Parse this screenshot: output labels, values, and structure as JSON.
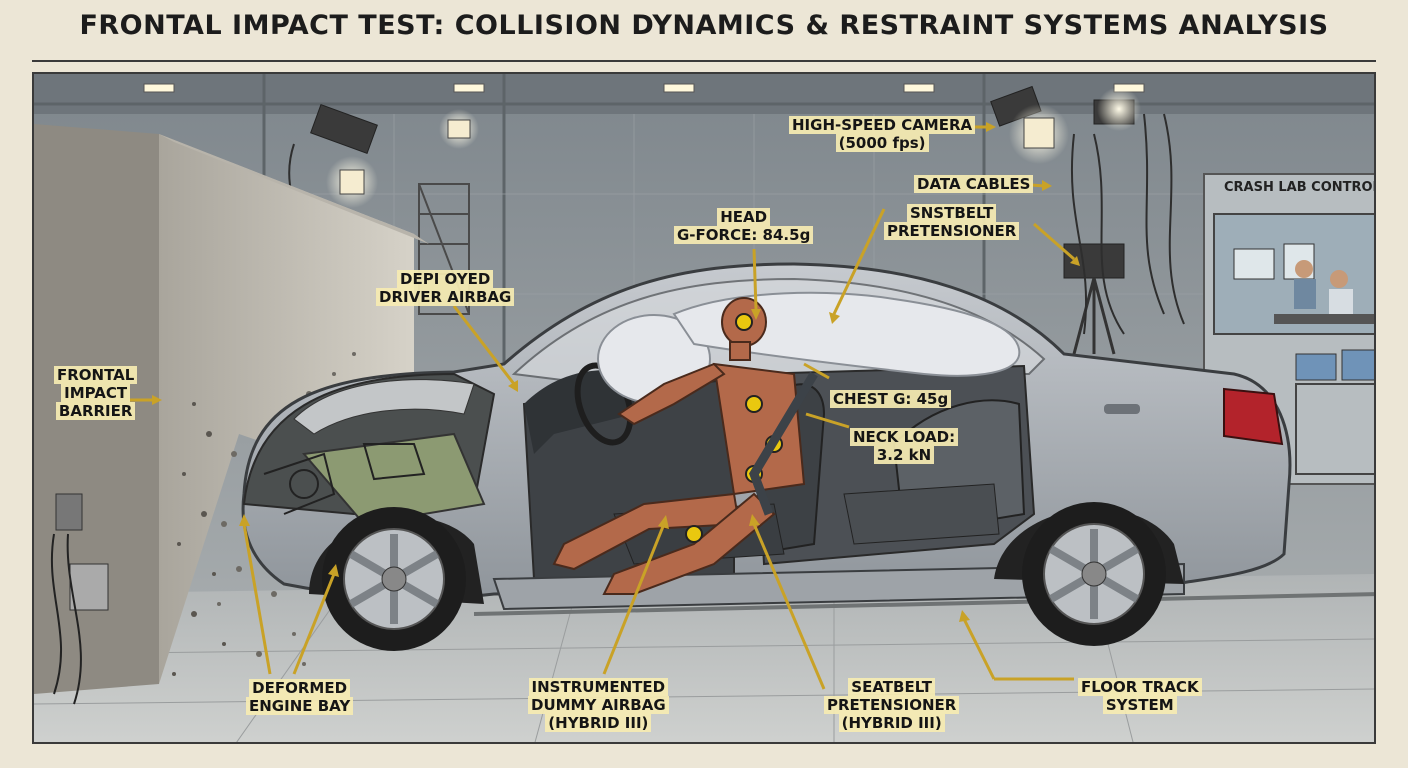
{
  "title": "FRONTAL IMPACT TEST: COLLISION DYNAMICS & RESTRAINT SYSTEMS ANALYSIS",
  "labels": {
    "camera_line1": "HIGH-SPEED CAMERA",
    "camera_line2": "(5000 fps)",
    "data_cables": "DATA CABLES",
    "control_room": "CRASH LAB CONTROL",
    "head_line1": "HEAD",
    "head_line2": "G-FORCE: 84.5g",
    "seatbelt_top_line1": "SNSTBELT",
    "seatbelt_top_line2": "PRETENSIONER",
    "airbag_line1": "DEPI OYED",
    "airbag_line2": "DRIVER AIRBAG",
    "barrier_line1": "FRONTAL",
    "barrier_line2": "IMPACT",
    "barrier_line3": "BARRIER",
    "chest": "CHEST G: 45g",
    "neck_line1": "NECK LOAD:",
    "neck_line2": "3.2 kN",
    "engine_line1": "DEFORMED",
    "engine_line2": "ENGINE BAY",
    "dummy_line1": "INSTRUMENTED",
    "dummy_line2": "DUMMY AIRBAG",
    "dummy_line3": "(HYBRID III)",
    "seatbelt_bottom_line1": "SEATBELT",
    "seatbelt_bottom_line2": "PRETENSIONER",
    "seatbelt_bottom_line3": "(HYBRID III)",
    "floor_line1": "FLOOR TRACK",
    "floor_line2": "SYSTEM"
  },
  "colors": {
    "background": "#ece6d6",
    "label_highlight": "#f6ecb2",
    "leader_line": "#c9a227",
    "car_body": "#a9aeb4",
    "dummy": "#b3694a",
    "barrier": "#c9c5bb",
    "wall": "#8d949a",
    "floor": "#b9bcbd"
  }
}
